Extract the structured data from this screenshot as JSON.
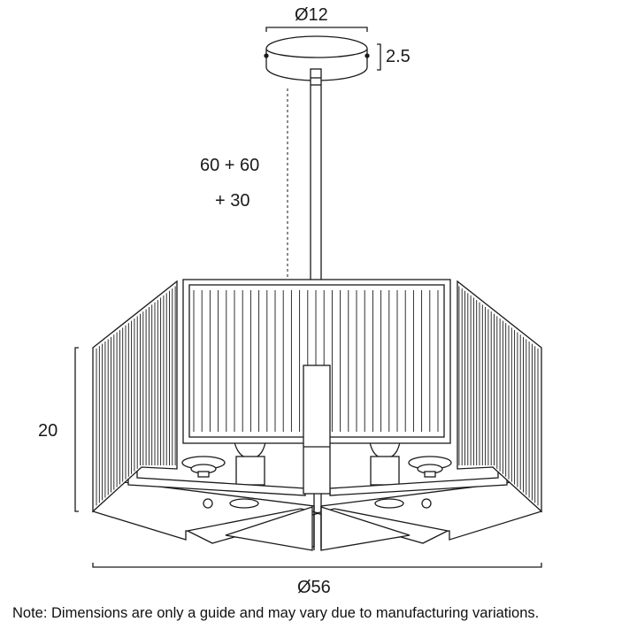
{
  "dimensions": {
    "canopy_diameter": "Ø12",
    "canopy_height": "2.5",
    "drop_line1": "60 + 60",
    "drop_line2": "+ 30",
    "shade_height": "20",
    "overall_diameter": "Ø56"
  },
  "note": "Note: Dimensions are only a guide and may vary due to manufacturing variations.",
  "colors": {
    "line": "#1a1a1a",
    "background": "#ffffff"
  }
}
